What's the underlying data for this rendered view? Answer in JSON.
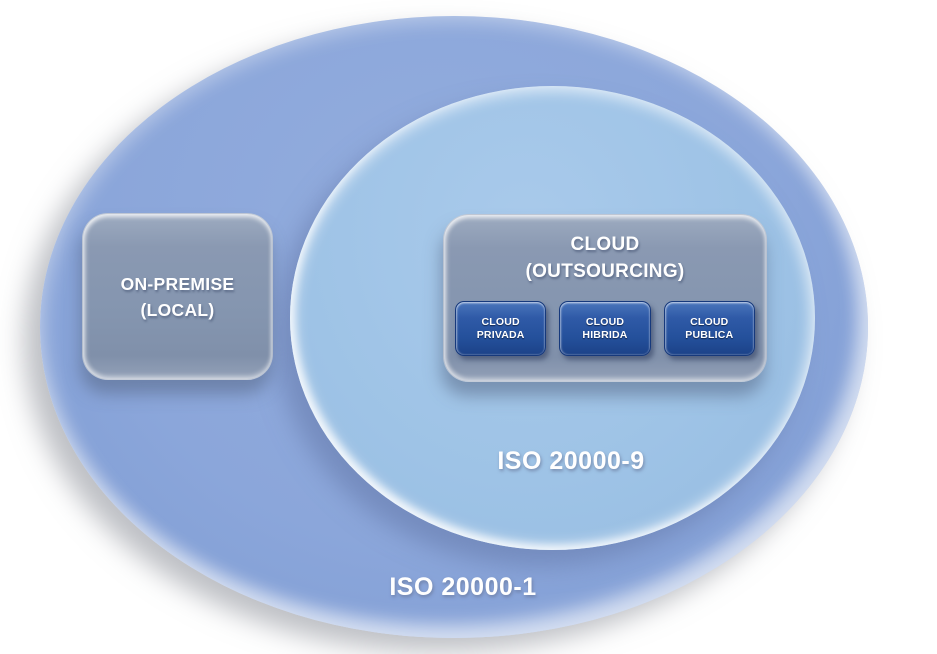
{
  "colors": {
    "background": "#FFFFFF",
    "outer_ellipse_fill": "#8CA7DB",
    "inner_ellipse_fill": "#9CC2E5",
    "gray_box_fill": "#8494AE",
    "dark_blue_box_fill": "#24509B",
    "label_text": "#FFFFFF"
  },
  "outer_ellipse": {
    "label": "ISO 20000-1"
  },
  "inner_ellipse": {
    "label": "ISO 20000-9"
  },
  "on_premise_box": {
    "line1": "ON-PREMISE",
    "line2": "(LOCAL)"
  },
  "cloud_box": {
    "line1": "CLOUD",
    "line2": "(OUTSOURCING)",
    "sub_boxes": [
      {
        "line1": "CLOUD",
        "line2": "PRIVADA"
      },
      {
        "line1": "CLOUD",
        "line2": "HIBRIDA"
      },
      {
        "line1": "CLOUD",
        "line2": "PUBLICA"
      }
    ]
  }
}
